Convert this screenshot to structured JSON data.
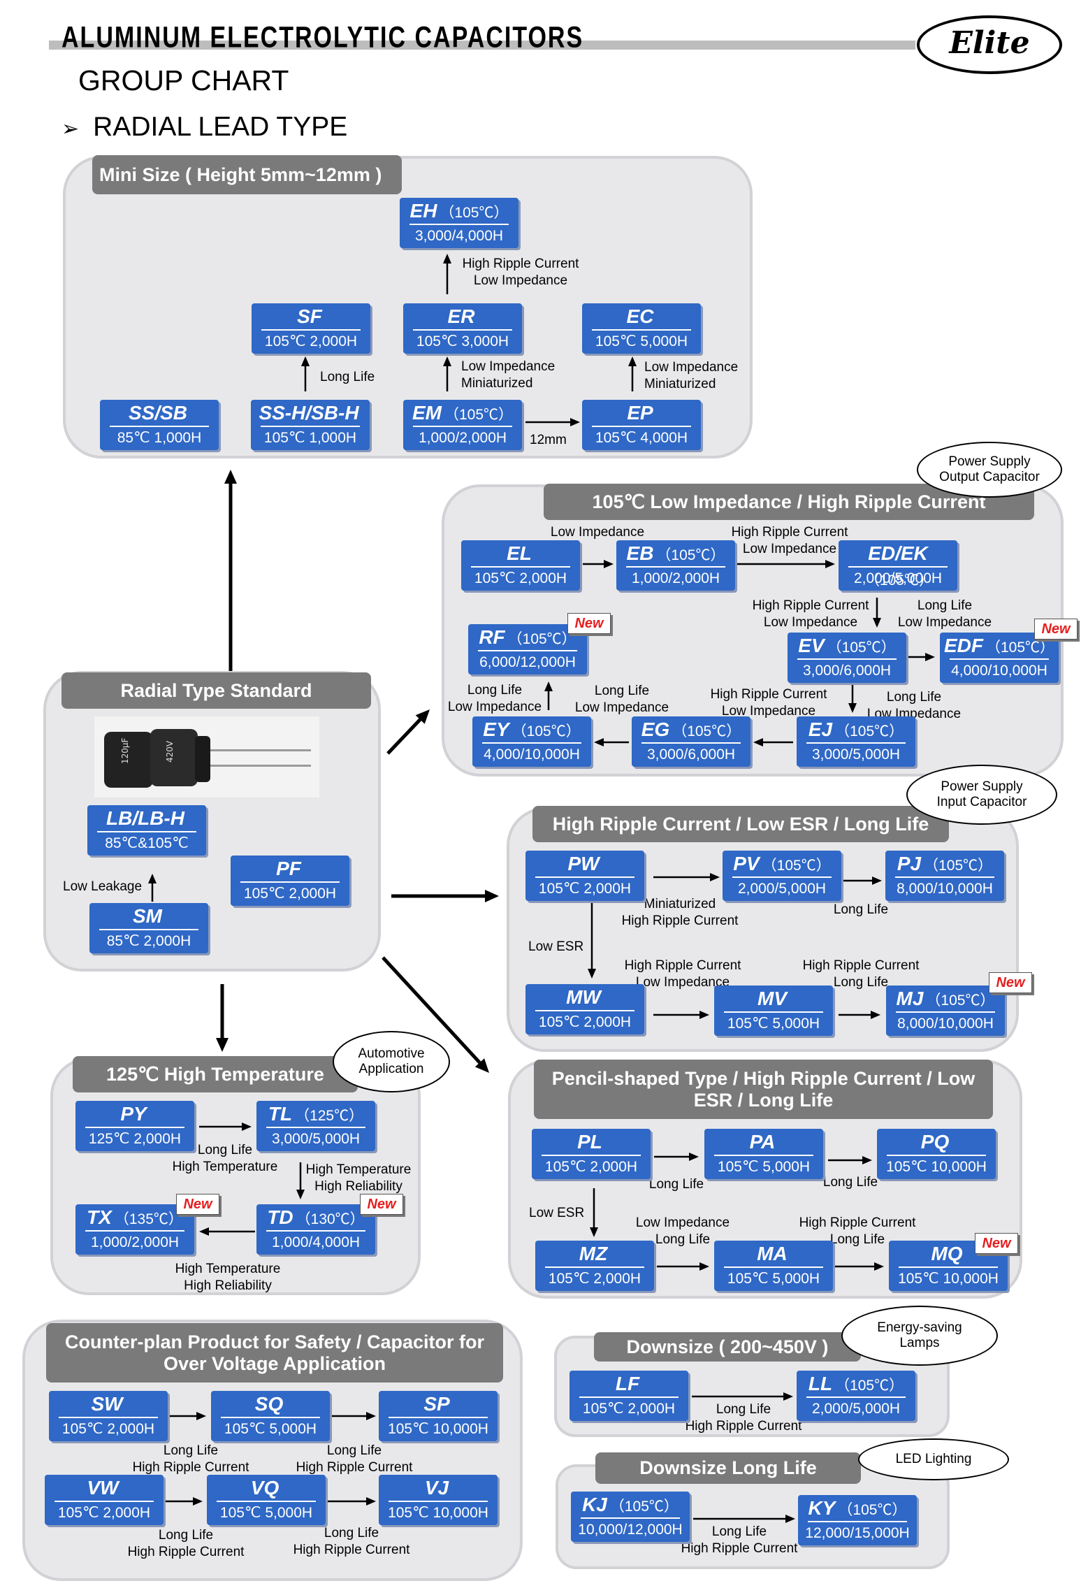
{
  "header": {
    "title": "ALUMINUM ELECTROLYTIC CAPACITORS",
    "logo": "Elite",
    "group_chart": "GROUP CHART",
    "section": "RADIAL LEAD TYPE",
    "section_marker": "➢"
  },
  "panels": {
    "mini": "Mini Size ( Height 5mm~12mm )",
    "lowimp": "105℃ Low Impedance / High Ripple Current",
    "ripple": "High Ripple Current / Low ESR / Long Life",
    "pencil": "Pencil-shaped Type / High Ripple Current / Low ESR / Long Life",
    "standard": "Radial Type Standard",
    "hightemp": "125℃ High Temperature",
    "safety": "Counter-plan Product for Safety / Capacitor for Over Voltage Application",
    "downsize": "Downsize ( 200~450V )",
    "downsize_ll": "Downsize Long Life"
  },
  "ovals": {
    "power_output": "Power Supply Output Capacitor",
    "power_input": "Power Supply Input Capacitor",
    "automotive": "Automotive Application",
    "energy": "Energy-saving Lamps",
    "led": "LED Lighting"
  },
  "new_badge": "New",
  "boxes": {
    "EH": {
      "name": "EH",
      "temp": "（105℃）",
      "spec": "3,000/4,000H"
    },
    "SF": {
      "name": "SF",
      "temp": "",
      "spec": "105℃ 2,000H"
    },
    "ER": {
      "name": "ER",
      "temp": "",
      "spec": "105℃ 3,000H"
    },
    "EC": {
      "name": "EC",
      "temp": "",
      "spec": "105℃ 5,000H"
    },
    "SS": {
      "name": "SS/SB",
      "temp": "",
      "spec": "85℃ 1,000H"
    },
    "SSH": {
      "name": "SS-H/SB-H",
      "temp": "",
      "spec": "105℃ 1,000H"
    },
    "EM": {
      "name": "EM",
      "temp": "（105℃）",
      "spec": "1,000/2,000H"
    },
    "EP": {
      "name": "EP",
      "temp": "",
      "spec": "105℃ 4,000H"
    },
    "EL": {
      "name": "EL",
      "temp": "",
      "spec": "105℃ 2,000H"
    },
    "EB": {
      "name": "EB",
      "temp": "（105℃）",
      "spec": "1,000/2,000H"
    },
    "EDEK": {
      "name": "ED/EK",
      "temp": "（105℃）",
      "spec": "2,000/5,000H"
    },
    "RF": {
      "name": "RF",
      "temp": "（105℃）",
      "spec": "6,000/12,000H"
    },
    "EV": {
      "name": "EV",
      "temp": "（105℃）",
      "spec": "3,000/6,000H"
    },
    "EDF": {
      "name": "EDF",
      "temp": "（105℃）",
      "spec": "4,000/10,000H"
    },
    "EY": {
      "name": "EY",
      "temp": "（105℃）",
      "spec": "4,000/10,000H"
    },
    "EG": {
      "name": "EG",
      "temp": "（105℃）",
      "spec": "3,000/6,000H"
    },
    "EJ": {
      "name": "EJ",
      "temp": "（105℃）",
      "spec": "3,000/5,000H"
    },
    "LB": {
      "name": "LB/LB-H",
      "temp": "",
      "spec": "85℃&105℃"
    },
    "PF": {
      "name": "PF",
      "temp": "",
      "spec": "105℃ 2,000H"
    },
    "SM": {
      "name": "SM",
      "temp": "",
      "spec": "85℃ 2,000H"
    },
    "PW": {
      "name": "PW",
      "temp": "",
      "spec": "105℃ 2,000H"
    },
    "PV": {
      "name": "PV",
      "temp": "（105℃）",
      "spec": "2,000/5,000H"
    },
    "PJ": {
      "name": "PJ",
      "temp": "（105℃）",
      "spec": "8,000/10,000H"
    },
    "MW": {
      "name": "MW",
      "temp": "",
      "spec": "105℃ 2,000H"
    },
    "MV": {
      "name": "MV",
      "temp": "",
      "spec": "105℃ 5,000H"
    },
    "MJ": {
      "name": "MJ",
      "temp": "（105℃）",
      "spec": "8,000/10,000H"
    },
    "PY": {
      "name": "PY",
      "temp": "",
      "spec": "125℃ 2,000H"
    },
    "TL": {
      "name": "TL",
      "temp": "（125℃）",
      "spec": "3,000/5,000H"
    },
    "TX": {
      "name": "TX",
      "temp": "（135℃）",
      "spec": "1,000/2,000H"
    },
    "TD": {
      "name": "TD",
      "temp": "（130℃）",
      "spec": "1,000/4,000H"
    },
    "PL": {
      "name": "PL",
      "temp": "",
      "spec": "105℃ 2,000H"
    },
    "PA": {
      "name": "PA",
      "temp": "",
      "spec": "105℃ 5,000H"
    },
    "PQ": {
      "name": "PQ",
      "temp": "",
      "spec": "105℃ 10,000H"
    },
    "MZ": {
      "name": "MZ",
      "temp": "",
      "spec": "105℃ 2,000H"
    },
    "MA": {
      "name": "MA",
      "temp": "",
      "spec": "105℃ 5,000H"
    },
    "MQ": {
      "name": "MQ",
      "temp": "",
      "spec": "105℃ 10,000H"
    },
    "SW": {
      "name": "SW",
      "temp": "",
      "spec": "105℃ 2,000H"
    },
    "SQ": {
      "name": "SQ",
      "temp": "",
      "spec": "105℃ 5,000H"
    },
    "SP": {
      "name": "SP",
      "temp": "",
      "spec": "105℃ 10,000H"
    },
    "VW": {
      "name": "VW",
      "temp": "",
      "spec": "105℃ 2,000H"
    },
    "VQ": {
      "name": "VQ",
      "temp": "",
      "spec": "105℃ 5,000H"
    },
    "VJ": {
      "name": "VJ",
      "temp": "",
      "spec": "105℃ 10,000H"
    },
    "LF": {
      "name": "LF",
      "temp": "",
      "spec": "105℃ 2,000H"
    },
    "LL": {
      "name": "LL",
      "temp": "（105℃）",
      "spec": "2,000/5,000H"
    },
    "KJ": {
      "name": "KJ",
      "temp": "（105℃）",
      "spec": "10,000/12,000H"
    },
    "KY": {
      "name": "KY",
      "temp": "（105℃）",
      "spec": "12,000/15,000H"
    }
  },
  "labels": {
    "l1": "High Ripple Current\nLow Impedance",
    "l2": "Long Life",
    "l3": "Low Impedance\nMiniaturized",
    "l4": "Low Impedance\nMiniaturized",
    "l5": "12mm",
    "l6": "Low Impedance",
    "l7": "High Ripple Current\nLow Impedance",
    "l8": "High Ripple Current\nLow Impedance",
    "l9": "Long Life\nLow Impedance",
    "l10": "Long Life\nLow Impedance",
    "l11": "Long Life\nLow Impedance",
    "l12": "High Ripple Current\nLow Impedance",
    "l13": "Long Life\nLow Impedance",
    "l14": "Low Leakage",
    "l15": "Miniaturized\nHigh Ripple Current",
    "l16": "Long Life",
    "l17": "Low ESR",
    "l18": "High Ripple Current\nLow Impedance",
    "l19": "High Ripple Current\nLong Life",
    "l20": "Long Life\nHigh Temperature",
    "l21": "High Temperature\nHigh Reliability",
    "l22": "High Temperature\nHigh Reliability",
    "l23": "Long Life",
    "l24": "Long Life",
    "l25": "Low ESR",
    "l26": "Low Impedance\nLong Life",
    "l27": "High Ripple Current\nLong Life",
    "l28": "Long Life\nHigh Ripple Current",
    "l29": "Long Life\nHigh Ripple Current",
    "l30": "Long Life\nHigh Ripple Current",
    "l31": "Long Life\nHigh Ripple Current",
    "l32": "Long Life\nHigh Ripple Current",
    "l33": "Long Life\nHigh Ripple Current"
  },
  "photo": {
    "label_1": "120µF",
    "label_2": "420V"
  }
}
